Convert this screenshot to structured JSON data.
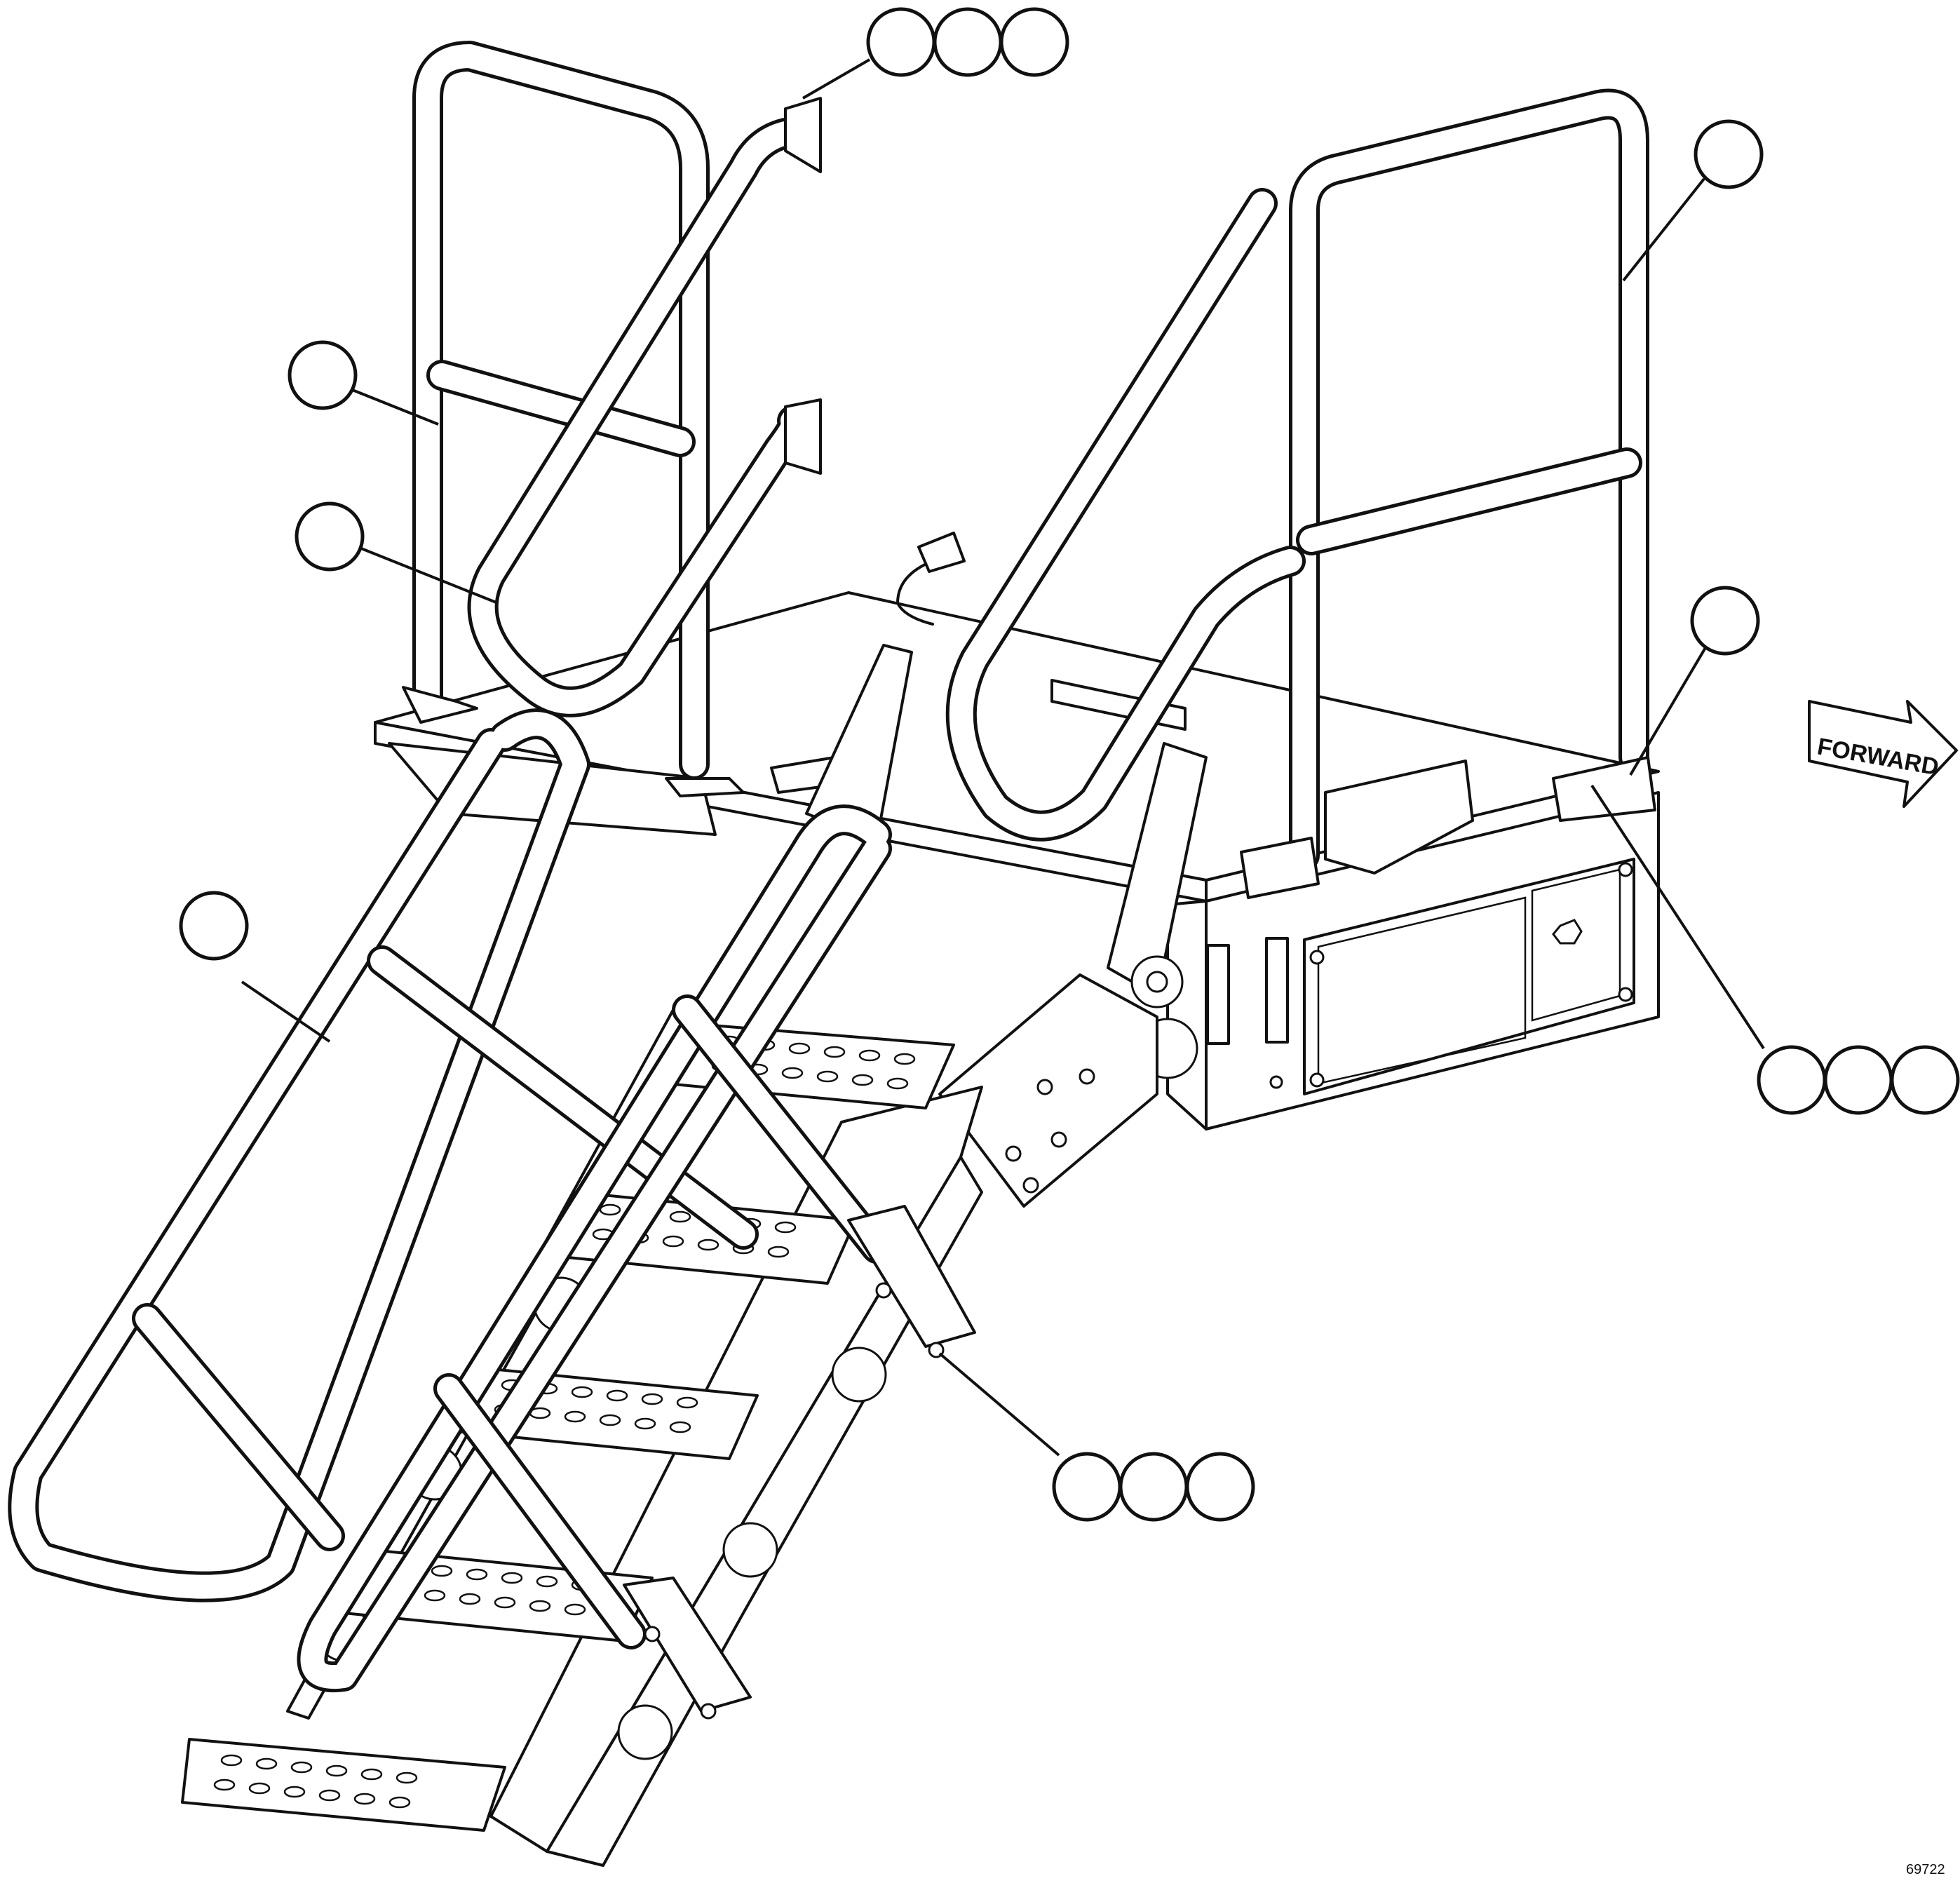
{
  "direction_arrow": {
    "label": "FORWARD"
  },
  "figure_number": "69722",
  "callouts": {
    "top_center_group": 3,
    "top_right": 1,
    "left_upper": 1,
    "left_middle": 1,
    "right_middle": 1,
    "left_lower": 1,
    "right_lower_group": 3,
    "bottom_center_group": 3
  },
  "colors": {
    "line": "#111111",
    "background": "#ffffff"
  }
}
